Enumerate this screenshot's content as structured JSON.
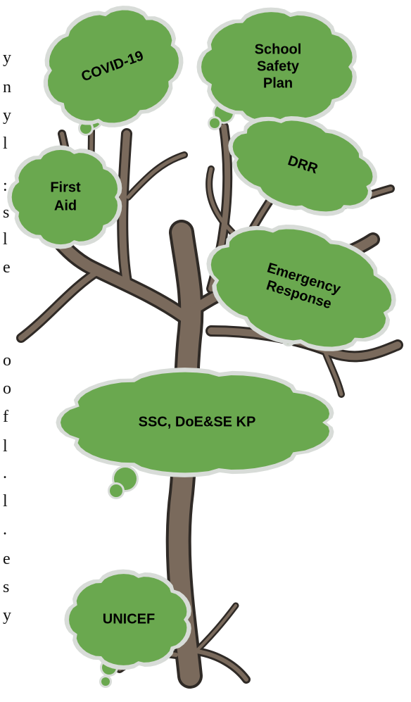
{
  "palette": {
    "cloud_fill": "#6aa84f",
    "cloud_rim": "#d8dcd8",
    "trunk": "#7a6a5c",
    "trunk_outline": "#2f2a26"
  },
  "clipped_text_glyphs": [
    "y",
    "n",
    "y",
    "l",
    ":",
    "s",
    "l",
    "e",
    "o",
    "o",
    "f",
    "l",
    ".",
    "l",
    ".",
    "e",
    "s",
    "y"
  ],
  "nodes": {
    "covid": {
      "lines": [
        "COVID-19"
      ]
    },
    "school_safety": {
      "lines": [
        "School",
        "Safety",
        "Plan"
      ]
    },
    "drr": {
      "lines": [
        "DRR"
      ]
    },
    "first_aid": {
      "lines": [
        "First",
        "Aid"
      ]
    },
    "emergency": {
      "lines": [
        "Emergency",
        "Response"
      ]
    },
    "ssc": {
      "lines": [
        "SSC, DoE&SE KP"
      ]
    },
    "unicef": {
      "lines": [
        "UNICEF"
      ]
    }
  }
}
